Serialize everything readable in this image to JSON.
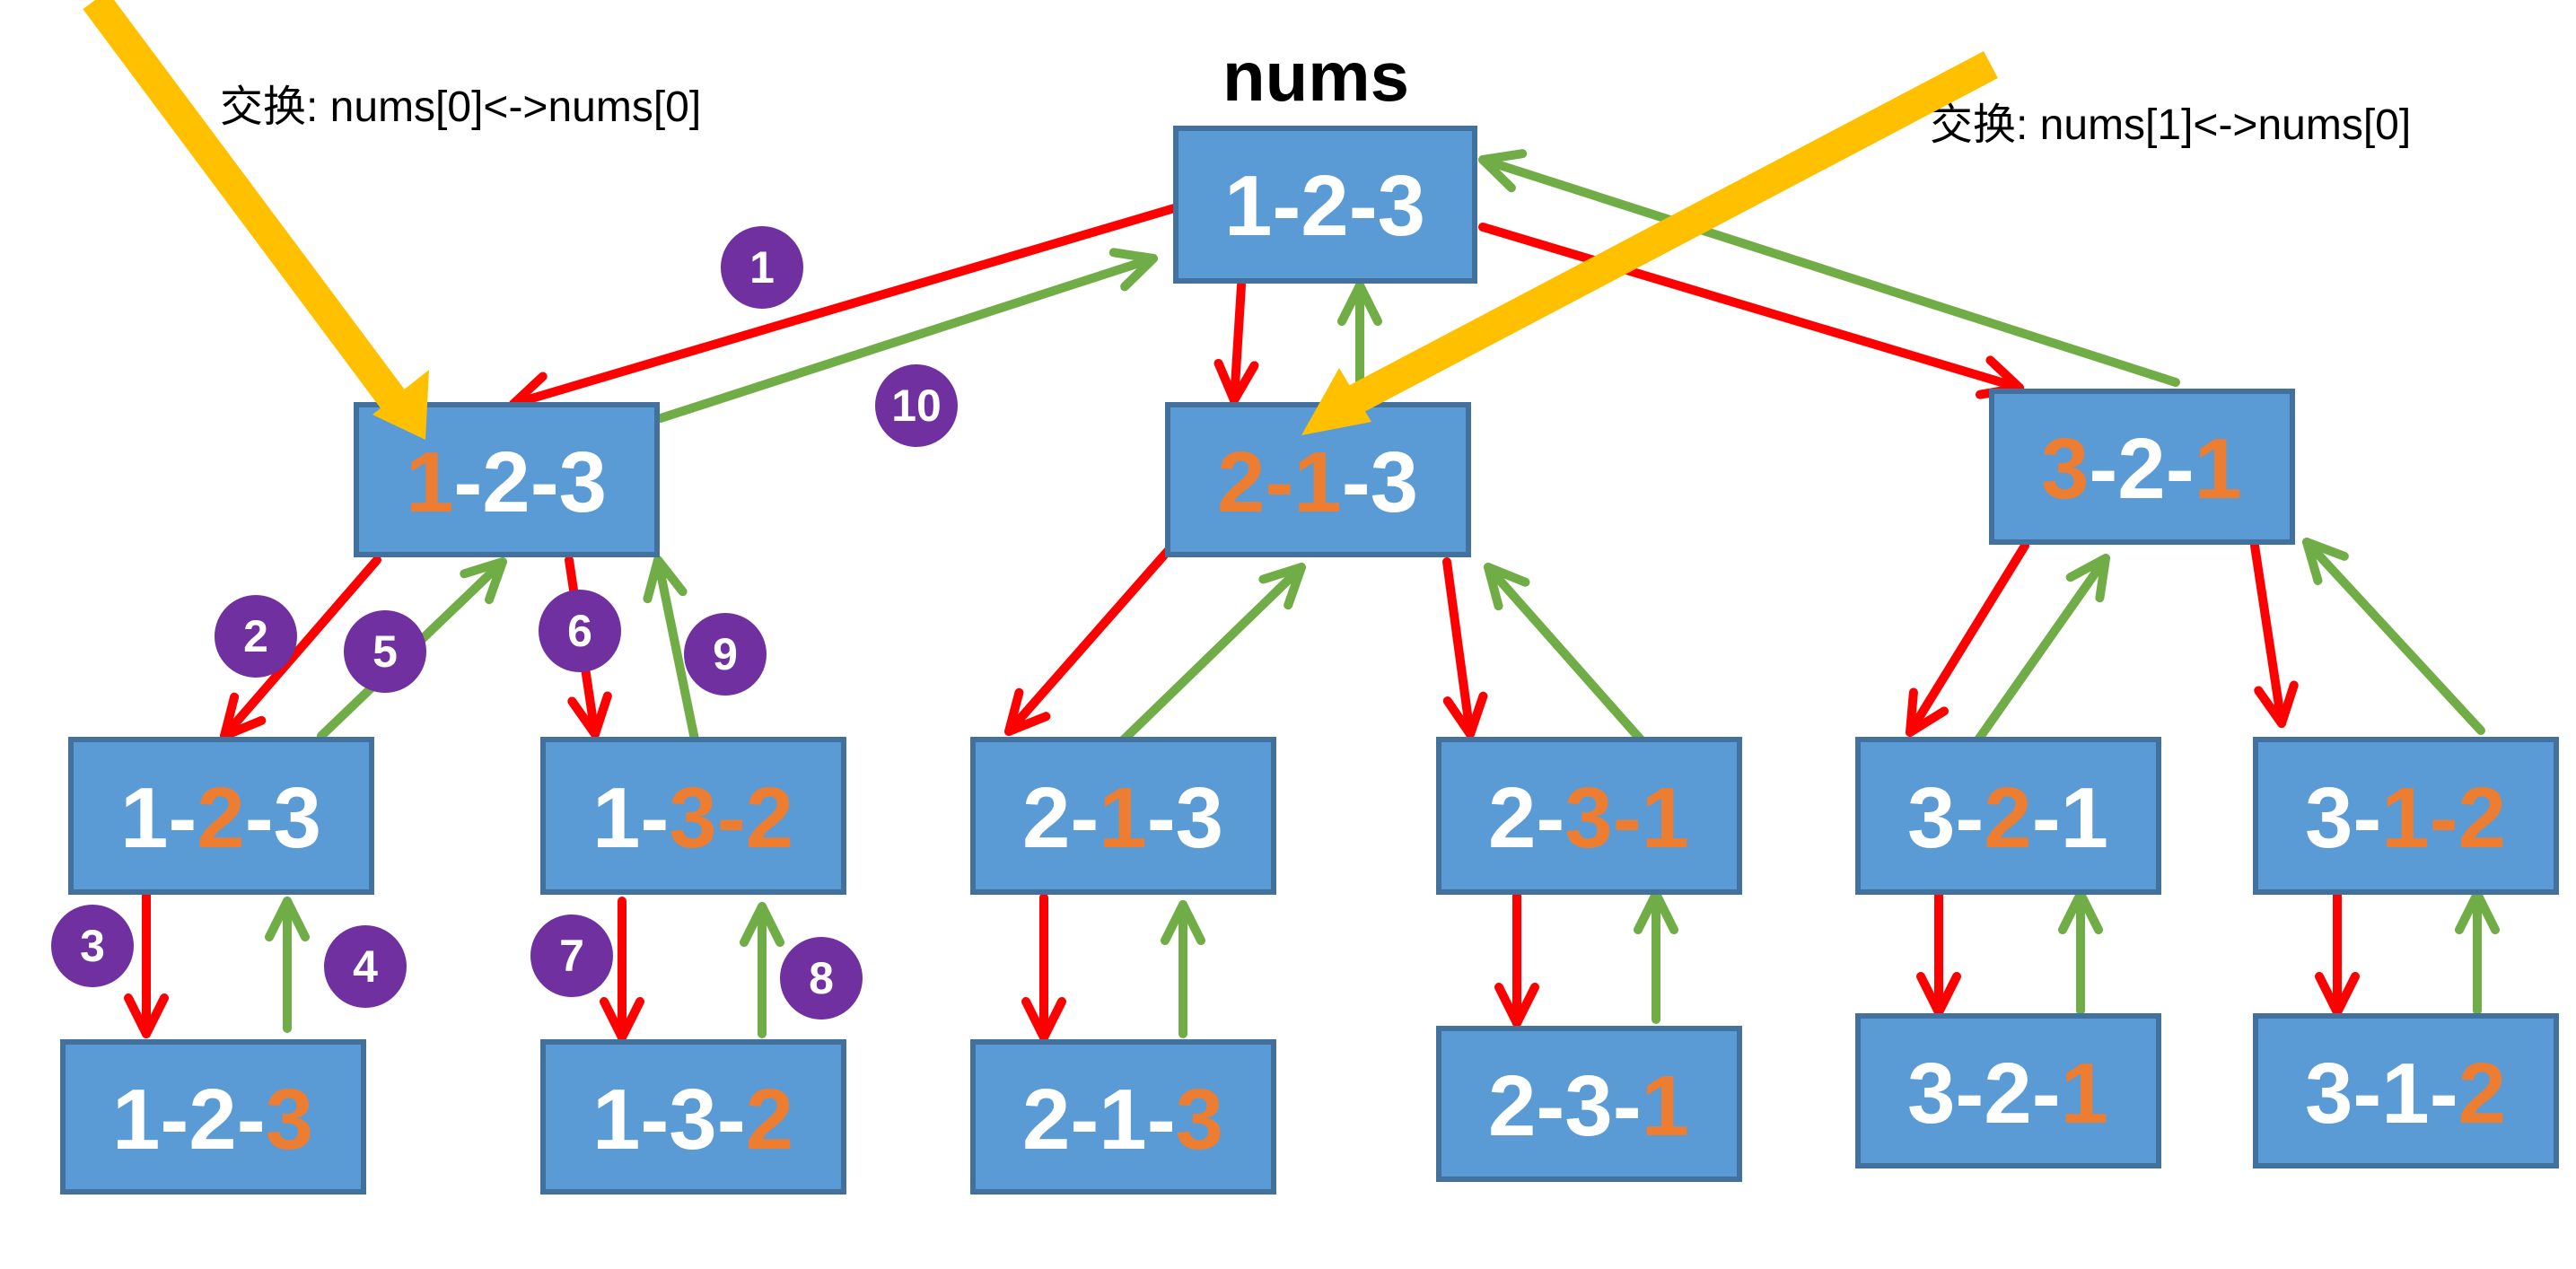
{
  "title": "nums",
  "annotations": [
    {
      "id": "swap-left",
      "text": "交换: nums[0]<->nums[0]"
    },
    {
      "id": "swap-right",
      "text": "交换: nums[1]<->nums[0]"
    }
  ],
  "colors": {
    "box_fill": "#5b9bd5",
    "box_border": "#41719c",
    "text_default": "#ffffff",
    "text_highlight": "#ed7d31",
    "recurse_arrow": "#ff0000",
    "backtrack_arrow": "#70ad47",
    "step_badge": "#7030a0",
    "pointer_arrow": "#ffc000"
  },
  "nodes": [
    {
      "id": "root",
      "level": 0,
      "segments": [
        {
          "t": "1-2-3",
          "hl": false
        }
      ]
    },
    {
      "id": "l1-a",
      "level": 1,
      "segments": [
        {
          "t": "1",
          "hl": true
        },
        {
          "t": "-2-3",
          "hl": false
        }
      ]
    },
    {
      "id": "l1-b",
      "level": 1,
      "segments": [
        {
          "t": "2-1",
          "hl": true
        },
        {
          "t": "-3",
          "hl": false
        }
      ]
    },
    {
      "id": "l1-c",
      "level": 1,
      "segments": [
        {
          "t": "3",
          "hl": true
        },
        {
          "t": "-2-",
          "hl": false
        },
        {
          "t": "1",
          "hl": true
        }
      ]
    },
    {
      "id": "l2-a",
      "level": 2,
      "segments": [
        {
          "t": "1-",
          "hl": false
        },
        {
          "t": "2",
          "hl": true
        },
        {
          "t": "-3",
          "hl": false
        }
      ]
    },
    {
      "id": "l2-b",
      "level": 2,
      "segments": [
        {
          "t": "1-",
          "hl": false
        },
        {
          "t": "3-2",
          "hl": true
        }
      ]
    },
    {
      "id": "l2-c",
      "level": 2,
      "segments": [
        {
          "t": "2-",
          "hl": false
        },
        {
          "t": "1",
          "hl": true
        },
        {
          "t": "-3",
          "hl": false
        }
      ]
    },
    {
      "id": "l2-d",
      "level": 2,
      "segments": [
        {
          "t": "2-",
          "hl": false
        },
        {
          "t": "3-1",
          "hl": true
        }
      ]
    },
    {
      "id": "l2-e",
      "level": 2,
      "segments": [
        {
          "t": "3-",
          "hl": false
        },
        {
          "t": "2",
          "hl": true
        },
        {
          "t": "-1",
          "hl": false
        }
      ]
    },
    {
      "id": "l2-f",
      "level": 2,
      "segments": [
        {
          "t": "3-",
          "hl": false
        },
        {
          "t": "1-2",
          "hl": true
        }
      ]
    },
    {
      "id": "l3-a",
      "level": 3,
      "segments": [
        {
          "t": "1-2-",
          "hl": false
        },
        {
          "t": "3",
          "hl": true
        }
      ]
    },
    {
      "id": "l3-b",
      "level": 3,
      "segments": [
        {
          "t": "1-3-",
          "hl": false
        },
        {
          "t": "2",
          "hl": true
        }
      ]
    },
    {
      "id": "l3-c",
      "level": 3,
      "segments": [
        {
          "t": "2-1-",
          "hl": false
        },
        {
          "t": "3",
          "hl": true
        }
      ]
    },
    {
      "id": "l3-d",
      "level": 3,
      "segments": [
        {
          "t": "2-3-",
          "hl": false
        },
        {
          "t": "1",
          "hl": true
        }
      ]
    },
    {
      "id": "l3-e",
      "level": 3,
      "segments": [
        {
          "t": "3-2-",
          "hl": false
        },
        {
          "t": "1",
          "hl": true
        }
      ]
    },
    {
      "id": "l3-f",
      "level": 3,
      "segments": [
        {
          "t": "3-1-",
          "hl": false
        },
        {
          "t": "2",
          "hl": true
        }
      ]
    }
  ],
  "steps": [
    "1",
    "2",
    "3",
    "4",
    "5",
    "6",
    "7",
    "8",
    "9",
    "10"
  ]
}
